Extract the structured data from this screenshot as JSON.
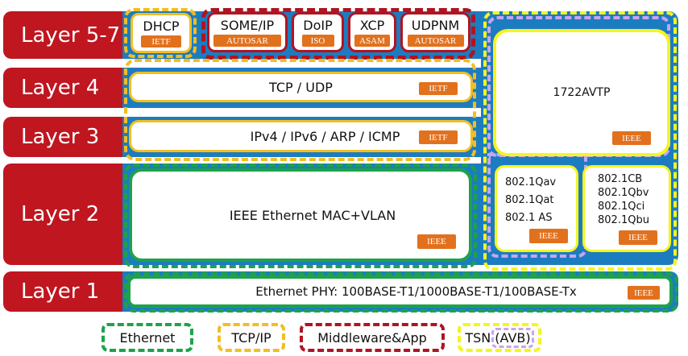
{
  "layers": [
    {
      "label": "Layer 5-7"
    },
    {
      "label": "Layer 4"
    },
    {
      "label": "Layer 3"
    },
    {
      "label": "Layer 2"
    },
    {
      "label": "Layer 1"
    }
  ],
  "app_protocols": [
    {
      "name": "DHCP",
      "org": "IETF"
    },
    {
      "name": "SOME/IP",
      "org": "AUTOSAR"
    },
    {
      "name": "DoIP",
      "org": "ISO"
    },
    {
      "name": "XCP",
      "org": "ASAM"
    },
    {
      "name": "UDPNM",
      "org": "AUTOSAR"
    }
  ],
  "transport": {
    "name": "TCP / UDP",
    "org": "IETF"
  },
  "network": {
    "name": "IPv4 / IPv6 / ARP / ICMP",
    "org": "IETF"
  },
  "datalink": {
    "name": "IEEE Ethernet MAC+VLAN",
    "org": "IEEE"
  },
  "physical": {
    "name": "Ethernet PHY: 100BASE-T1/1000BASE-T1/100BASE-Tx",
    "org": "IEEE"
  },
  "avtp": {
    "name": "1722AVTP",
    "org": "IEEE"
  },
  "avb_standards": {
    "items": [
      "802.1Qav",
      "802.1Qat",
      "802.1 AS"
    ],
    "org": "IEEE"
  },
  "tsn_standards": {
    "items": [
      "802.1CB",
      "802.1Qbv",
      "802.1Qci",
      "802.1Qbu"
    ],
    "org": "IEEE"
  },
  "legend": [
    {
      "label": "Ethernet",
      "color": "#1ea24a"
    },
    {
      "label": "TCP/IP",
      "color": "#f2be22"
    },
    {
      "label": "Middleware&App",
      "color": "#b01422"
    },
    {
      "label": "TSN",
      "color": "#f5f51f"
    },
    {
      "label": "(AVB)",
      "color": "#c8a4f2"
    }
  ],
  "colors": {
    "layer_label": "#bf1620",
    "background": "#1c7cc0",
    "org_tag": "#e2711d"
  }
}
